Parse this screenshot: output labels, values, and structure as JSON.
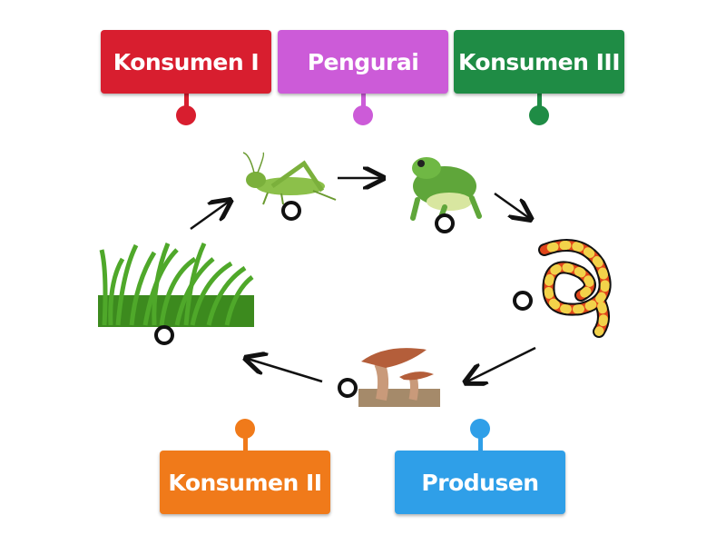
{
  "labels": [
    {
      "text": "Konsumen I",
      "color": "#d81e2f"
    },
    {
      "text": "Pengurai",
      "color": "#cc5bd8"
    },
    {
      "text": "Konsumen III",
      "color": "#1f8c45"
    },
    {
      "text": "Konsumen II",
      "color": "#f07a1a"
    },
    {
      "text": "Produsen",
      "color": "#2f9fe8"
    }
  ],
  "organisms": [
    "grasshopper",
    "frog",
    "snake",
    "mushroom",
    "grass"
  ]
}
